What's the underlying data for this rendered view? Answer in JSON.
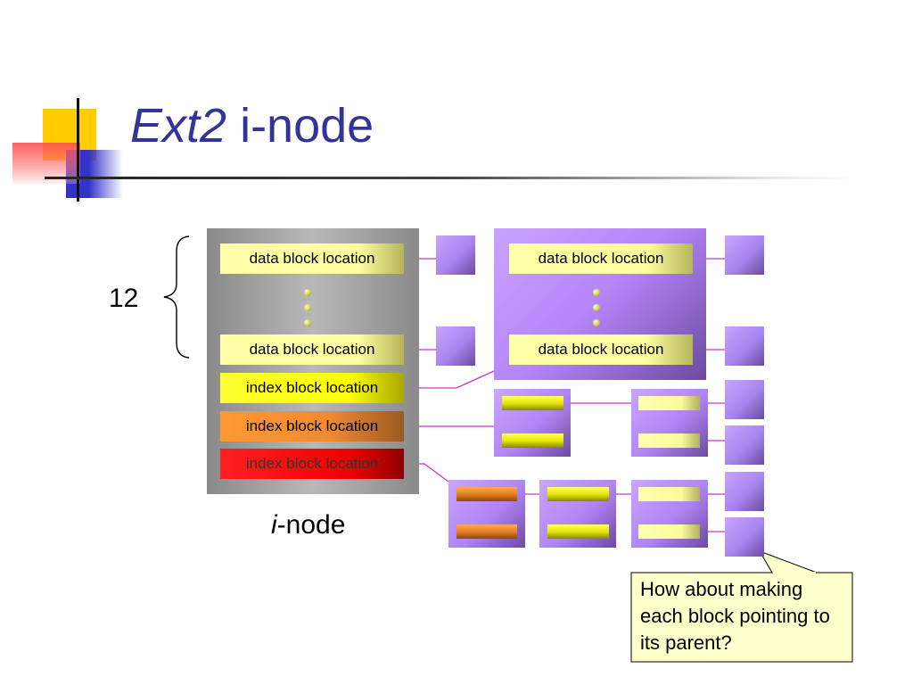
{
  "title": {
    "italic": "Ext2",
    "rest": " i-node"
  },
  "inode": {
    "fields": [
      "data block location",
      "data block location",
      "index block location",
      "index block location",
      "index block location"
    ],
    "label_italic": "i",
    "label_rest": "-node"
  },
  "directory_block": {
    "fields": [
      "data block location",
      "data block location"
    ]
  },
  "brace_label": "12",
  "callout": "How about making each block pointing to its parent?",
  "colors": {
    "title": "#333399",
    "block": "#b384f7",
    "link_line": "#cc33cc"
  }
}
